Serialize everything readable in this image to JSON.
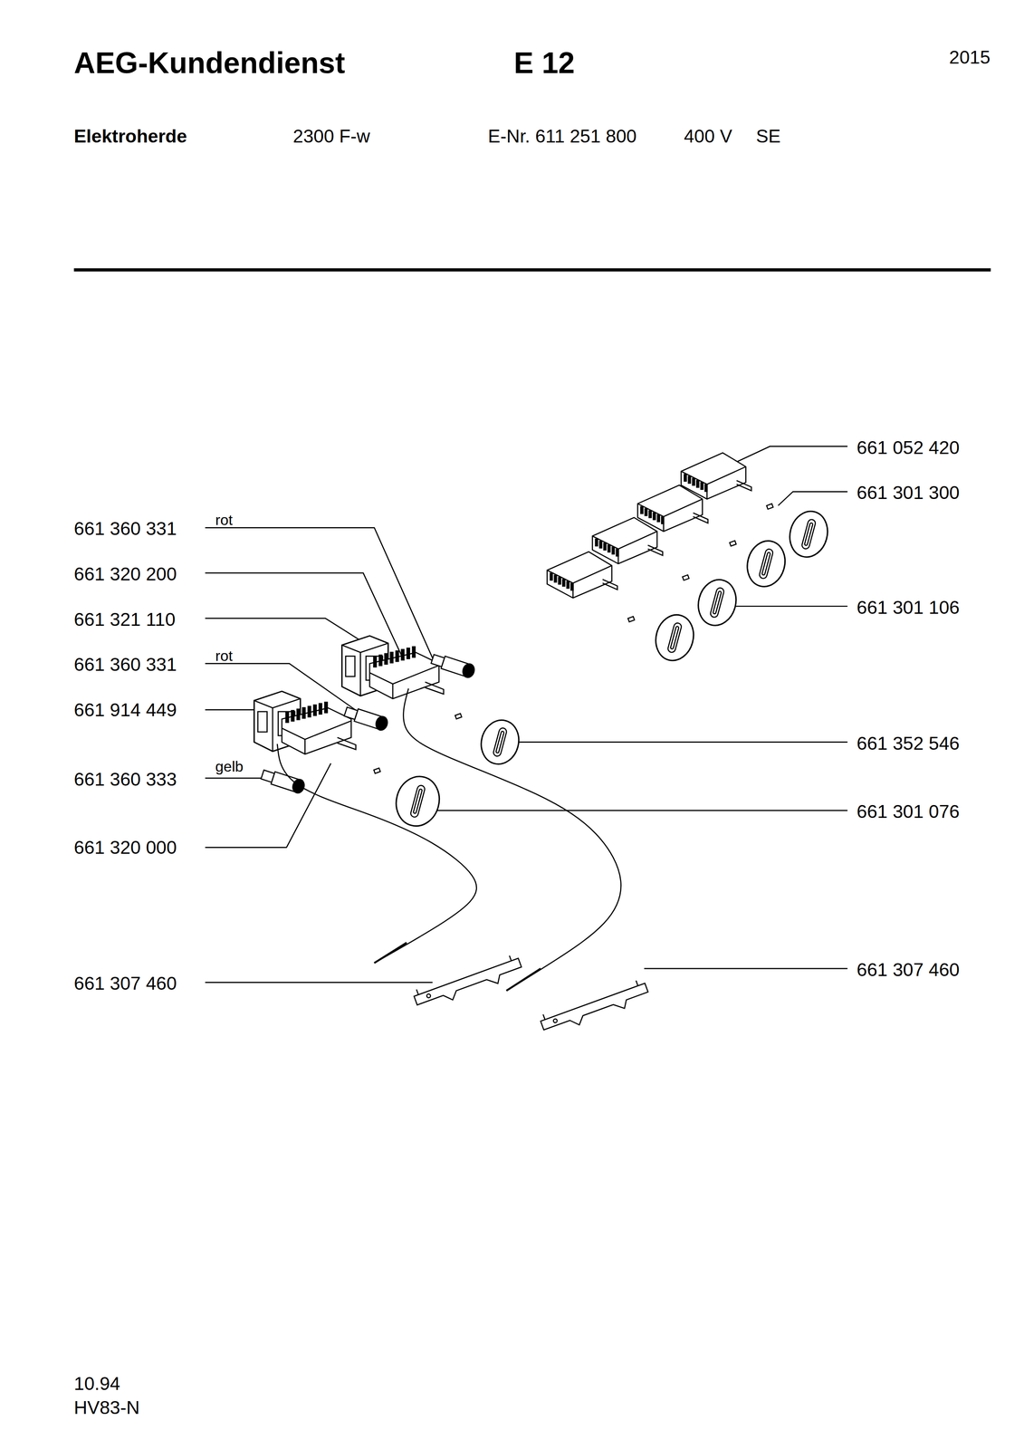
{
  "diagram": {
    "title": "AEG-Kundendienst",
    "labels": [
      "E 12",
      "2015",
      "Elektroherde",
      "2300 F-w",
      "E-Nr. 611 251 800",
      "400 V",
      "SE",
      "661 360 331",
      "rot",
      "661 320 200",
      "661 321 110",
      "661 360 331",
      "rot",
      "661 914 449",
      "661 360 333",
      "gelb",
      "661 320 000",
      "661 307 460",
      "661 052 420",
      "661 301 300",
      "661 301 106",
      "661 352 546",
      "661 301 076",
      "661 307 460",
      "10.94",
      "HV83-N"
    ]
  }
}
